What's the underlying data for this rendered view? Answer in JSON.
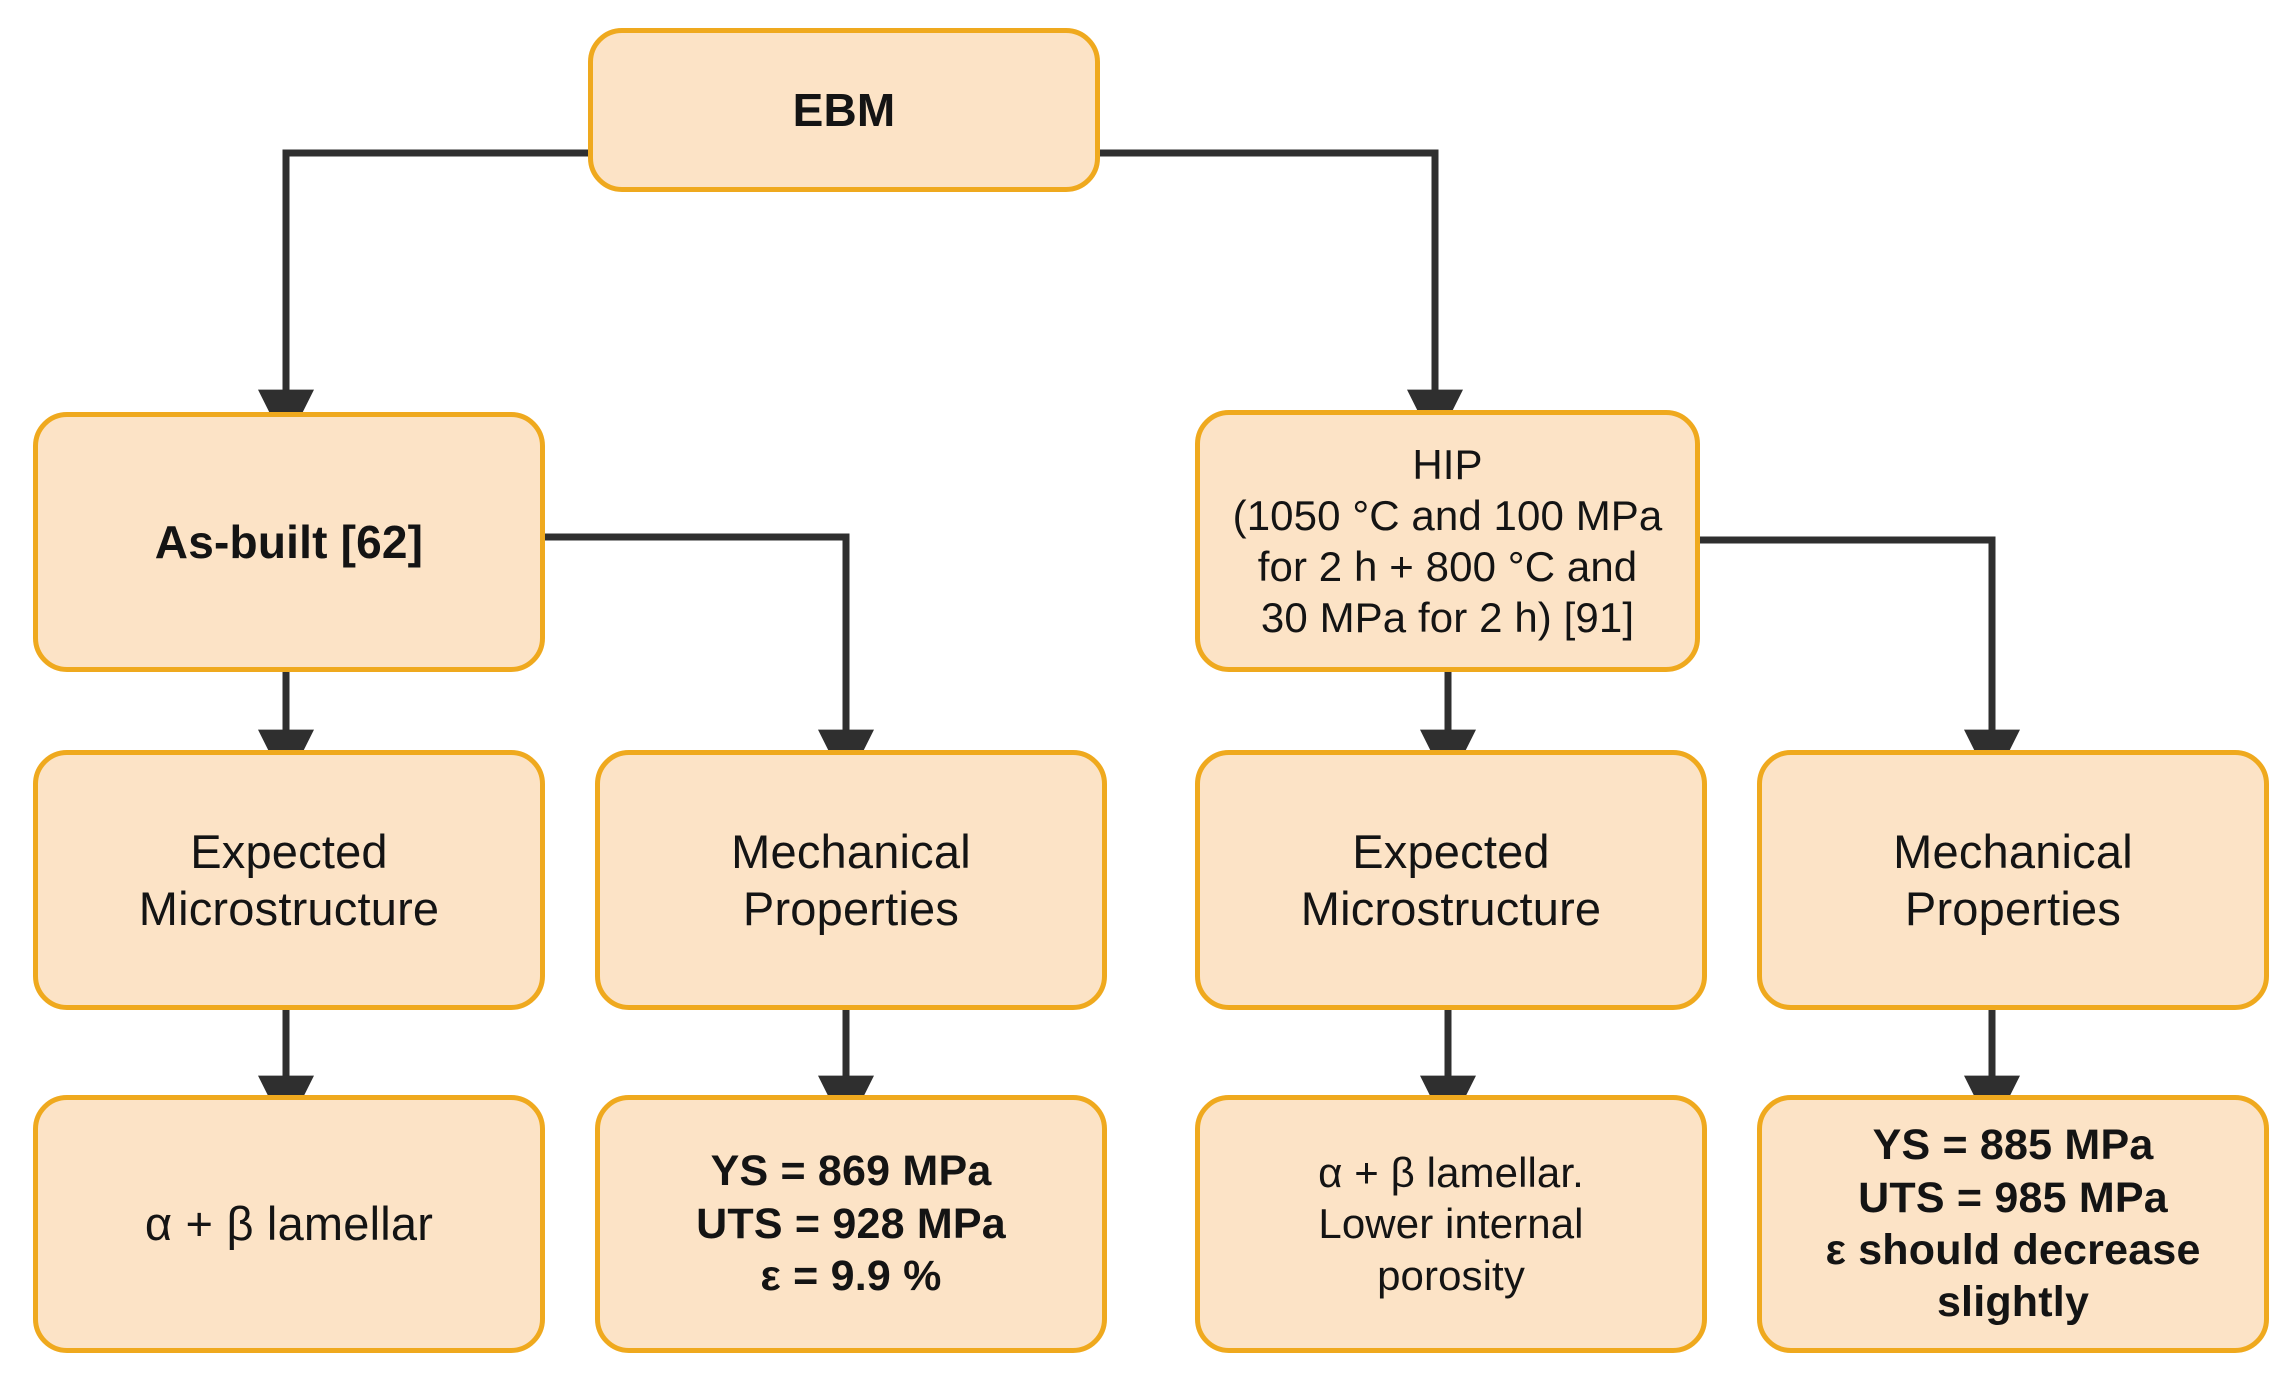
{
  "diagram": {
    "title": "EBM processing route: as-built vs HIP microstructure and mechanical properties",
    "colors": {
      "node_fill": "#FCE3C6",
      "node_border": "#EFA91E",
      "edge": "#333333",
      "text": "#141414",
      "background": "#FFFFFF"
    },
    "nodes": {
      "root": {
        "label": "EBM"
      },
      "as_built": {
        "label": "As-built [62]"
      },
      "hip": {
        "label": "HIP\n(1050 °C and 100 MPa\nfor 2 h + 800 °C and\n30 MPa for 2 h) [91]"
      },
      "ab_micro_head": {
        "label": "Expected\nMicrostructure"
      },
      "ab_mech_head": {
        "label": "Mechanical\nProperties"
      },
      "hip_micro_head": {
        "label": "Expected\nMicrostructure"
      },
      "hip_mech_head": {
        "label": "Mechanical\nProperties"
      },
      "ab_micro_value": {
        "label": "α + β lamellar"
      },
      "ab_mech_value": {
        "label": "YS = 869 MPa\nUTS = 928 MPa\nε = 9.9 %"
      },
      "hip_micro_value": {
        "label": "α + β lamellar.\nLower internal\nporosity"
      },
      "hip_mech_value": {
        "label": "YS = 885 MPa\nUTS = 985 MPa\nε should decrease\nslightly"
      }
    },
    "edges": [
      {
        "from": "root",
        "to": "as_built",
        "style": "elbow-left"
      },
      {
        "from": "root",
        "to": "hip",
        "style": "elbow-right"
      },
      {
        "from": "as_built",
        "to": "ab_micro_head",
        "style": "straight-down"
      },
      {
        "from": "as_built",
        "to": "ab_mech_head",
        "style": "elbow-right"
      },
      {
        "from": "hip",
        "to": "hip_micro_head",
        "style": "straight-down"
      },
      {
        "from": "hip",
        "to": "hip_mech_head",
        "style": "elbow-right"
      },
      {
        "from": "ab_micro_head",
        "to": "ab_micro_value",
        "style": "straight-down"
      },
      {
        "from": "ab_mech_head",
        "to": "ab_mech_value",
        "style": "straight-down"
      },
      {
        "from": "hip_micro_head",
        "to": "hip_micro_value",
        "style": "straight-down"
      },
      {
        "from": "hip_mech_head",
        "to": "hip_mech_value",
        "style": "straight-down"
      }
    ]
  }
}
